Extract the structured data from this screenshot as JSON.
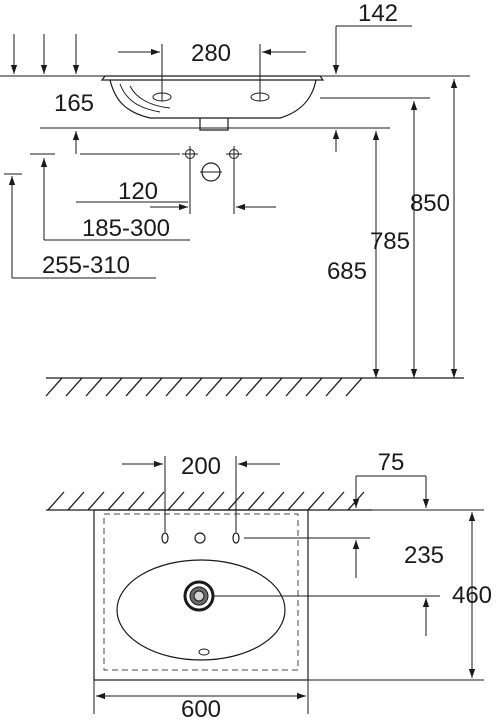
{
  "side_view": {
    "dims": {
      "d142": "142",
      "d280": "280",
      "d165": "165",
      "d120": "120",
      "d185_300": "185-300",
      "d255_310": "255-310",
      "d685": "685",
      "d785": "785",
      "d850": "850"
    }
  },
  "top_view": {
    "dims": {
      "d200": "200",
      "d75": "75",
      "d235": "235",
      "d460": "460",
      "d600": "600"
    }
  }
}
